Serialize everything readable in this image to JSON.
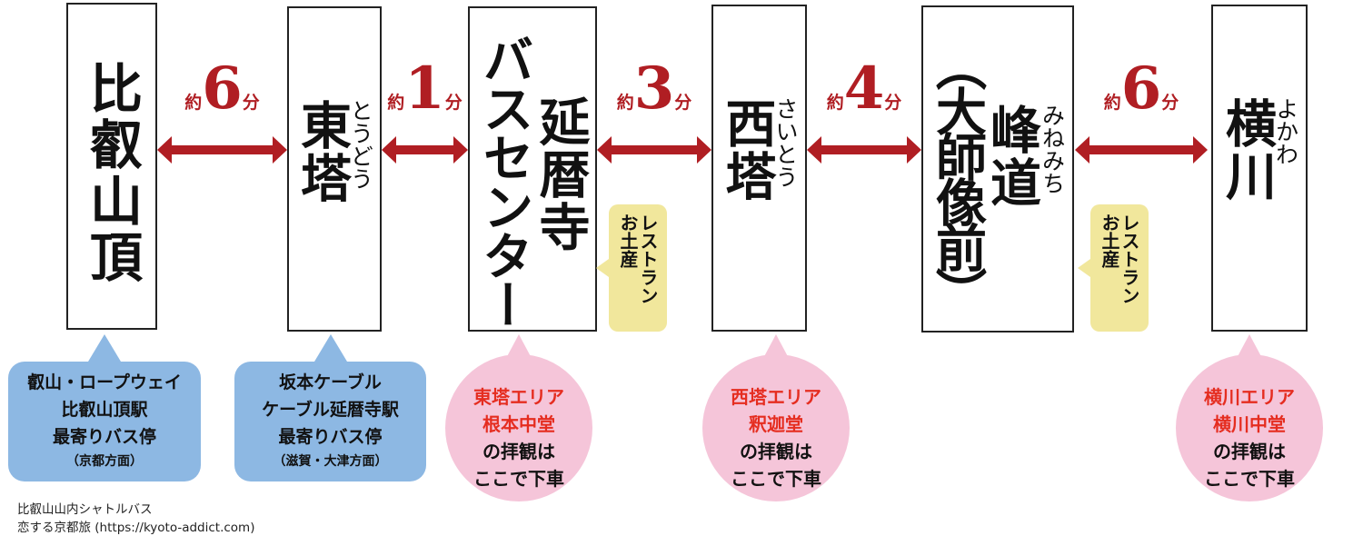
{
  "stations": [
    {
      "name": "比叡山頂",
      "reading": ""
    },
    {
      "name": "東塔",
      "reading": "とうどう"
    },
    {
      "name": "延暦寺",
      "name2": "バスセンター",
      "reading": ""
    },
    {
      "name": "西塔",
      "reading": "さいとう"
    },
    {
      "name": "峰道",
      "name2": "（大師像前）",
      "reading": "みねみち"
    },
    {
      "name": "横川",
      "reading": "よかわ"
    }
  ],
  "segments": [
    {
      "prefix": "約",
      "minutes": "6",
      "suffix": "分"
    },
    {
      "prefix": "約",
      "minutes": "1",
      "suffix": "分"
    },
    {
      "prefix": "約",
      "minutes": "3",
      "suffix": "分"
    },
    {
      "prefix": "約",
      "minutes": "4",
      "suffix": "分"
    },
    {
      "prefix": "約",
      "minutes": "6",
      "suffix": "分"
    }
  ],
  "notes": [
    {
      "line1": "レストラン",
      "line2": "お土産"
    },
    {
      "line1": "レストラン",
      "line2": "お土産"
    }
  ],
  "blue_bubbles": [
    {
      "lines": [
        "叡山・ロープウェイ",
        "比叡山頂駅",
        "最寄りバス停"
      ],
      "small": "（京都方面）"
    },
    {
      "lines": [
        "坂本ケーブル",
        "ケーブル延暦寺駅",
        "最寄りバス停"
      ],
      "small": "（滋賀・大津方面）"
    }
  ],
  "pink_bubbles": [
    {
      "red": [
        "東塔エリア",
        "根本中堂"
      ],
      "black": [
        "の拝観は",
        "ここで下車"
      ]
    },
    {
      "red": [
        "西塔エリア",
        "釈迦堂"
      ],
      "black": [
        "の拝観は",
        "ここで下車"
      ]
    },
    {
      "red": [
        "横川エリア",
        "横川中堂"
      ],
      "black": [
        "の拝観は",
        "ここで下車"
      ]
    }
  ],
  "footer": {
    "line1": "比叡山山内シャトルバス",
    "line2": "恋する京都旅 (https://kyoto-addict.com)"
  },
  "colors": {
    "arrow": "#b01e23",
    "note": "#f1e79c",
    "blue": "#8db8e3",
    "pink": "#f5c5d9",
    "pink_text": "#e52d20"
  }
}
